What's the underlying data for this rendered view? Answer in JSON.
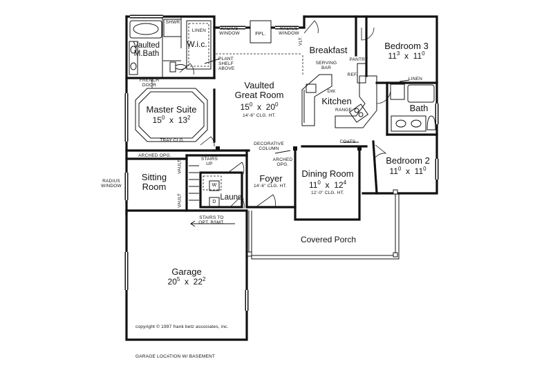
{
  "plan": {
    "rooms": {
      "vaulted_mbath": {
        "name": "Vaulted\nM.Bath"
      },
      "shwr": {
        "name": "SHWR"
      },
      "linen_master": {
        "name": "LINEN"
      },
      "wic": {
        "name": "W.i.c."
      },
      "master_suite": {
        "name": "Master Suite",
        "width_ft": "15",
        "width_in": "0",
        "depth_ft": "13",
        "depth_in": "2"
      },
      "sitting_room": {
        "name": "Sitting\nRoom"
      },
      "great_room": {
        "name": "Vaulted\nGreat Room",
        "width_ft": "15",
        "width_in": "0",
        "depth_ft": "20",
        "depth_in": "0",
        "ceiling": "14'-6\" CLG. HT."
      },
      "breakfast": {
        "name": "Breakfast"
      },
      "kitchen": {
        "name": "Kitchen"
      },
      "bedroom3": {
        "name": "Bedroom 3",
        "width_ft": "11",
        "width_in": "3",
        "depth_ft": "11",
        "depth_in": "0"
      },
      "bath": {
        "name": "Bath"
      },
      "bedroom2": {
        "name": "Bedroom 2",
        "width_ft": "11",
        "width_in": "0",
        "depth_ft": "11",
        "depth_in": "0"
      },
      "foyer": {
        "name": "Foyer",
        "ceiling": "14'-6\" CLG. HT."
      },
      "dining_room": {
        "name": "Dining Room",
        "width_ft": "11",
        "width_in": "0",
        "depth_ft": "12",
        "depth_in": "4",
        "ceiling": "12'-0\" CLG. HT."
      },
      "laundry": {
        "name": "Laund."
      },
      "garage": {
        "name": "Garage",
        "width_ft": "20",
        "width_in": "5",
        "depth_ft": "22",
        "depth_in": "2"
      },
      "covered_porch": {
        "name": "Covered Porch"
      }
    },
    "notes": {
      "radius_window_left": "RADIUS\nWINDOW",
      "radius_window_right": "RADIUS\nWINDOW",
      "radius_window_sitting": "RADIUS\nWINDOW",
      "fireplace": "FPL.",
      "plant_shelf": "PLANT\nSHELF\nABOVE",
      "vault_top": "VLT.",
      "serving_bar": "SERVING\nBAR",
      "pantry": "PANTRY",
      "refrigerator": "REF.",
      "dishwasher": "DW.",
      "range": "RANGE",
      "linen_hall": "LINEN",
      "french_door": "FRENCH\nDOOR",
      "tray_clg": "TRAY CLG.",
      "decorative_column": "DECORATIVE\nCOLUMN",
      "arched_opg_foyer": "ARCHED\nOPG.",
      "coats": "COATS",
      "arched_opg_sitting": "ARCHED OPG.",
      "vault_upper": "VAULT",
      "vault_lower": "VAULT",
      "stairs_up": "STAIRS\nUP",
      "washer": "W",
      "dryer": "D",
      "stairs_to_bsmt": "STAIRS TO\nOPT. BSMT."
    },
    "copyright": "copyright  ©  1997  frank betz associates, inc.",
    "caption": "GARAGE LOCATION W/ BASEMENT"
  }
}
